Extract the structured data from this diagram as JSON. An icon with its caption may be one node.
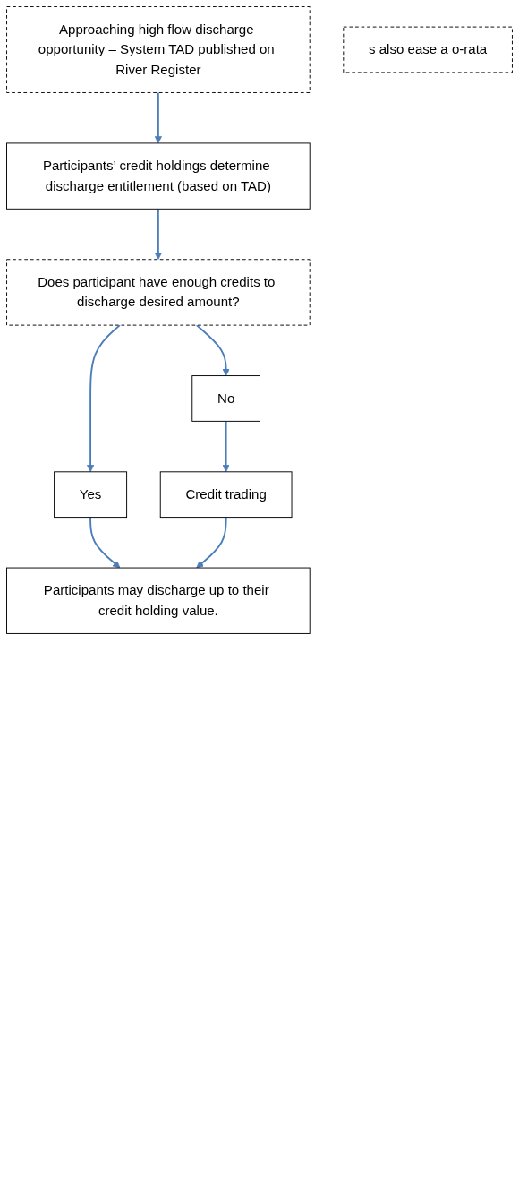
{
  "diagram": {
    "nodes": [
      {
        "text": [
          "Approaching high flow discharge opportunity – System TAD published on River Register"
        ]
      },
      {
        "text": [
          "Participants’ credit holdings determine discharge entitlement (based on TAD)"
        ]
      },
      {
        "text": [
          "Does participant have enough credits to discharge desired amount?"
        ]
      },
      {
        "text": [
          "Yes"
        ]
      },
      {
        "text": [
          "No"
        ]
      },
      {
        "text": [
          "Credit trading"
        ]
      },
      {
        "text": [
          "s also ease a o-rata"
        ]
      },
      {
        "text": [
          "Participants may discharge up to their credit holding value."
        ]
      }
    ],
    "edges": [
      {
        "from": 0,
        "to": 1,
        "arrow": "to"
      },
      {
        "from": 1,
        "to": 2,
        "arrow": "to"
      },
      {
        "from": 2,
        "to": 3,
        "arrow": "to"
      },
      {
        "from": 2,
        "to": 4,
        "arrow": "to"
      },
      {
        "from": 4,
        "to": 5,
        "arrow": "to"
      },
      {
        "from": 3,
        "to": 7,
        "arrow": "to"
      },
      {
        "from": 5,
        "to": 7,
        "arrow": "to"
      }
    ]
  }
}
